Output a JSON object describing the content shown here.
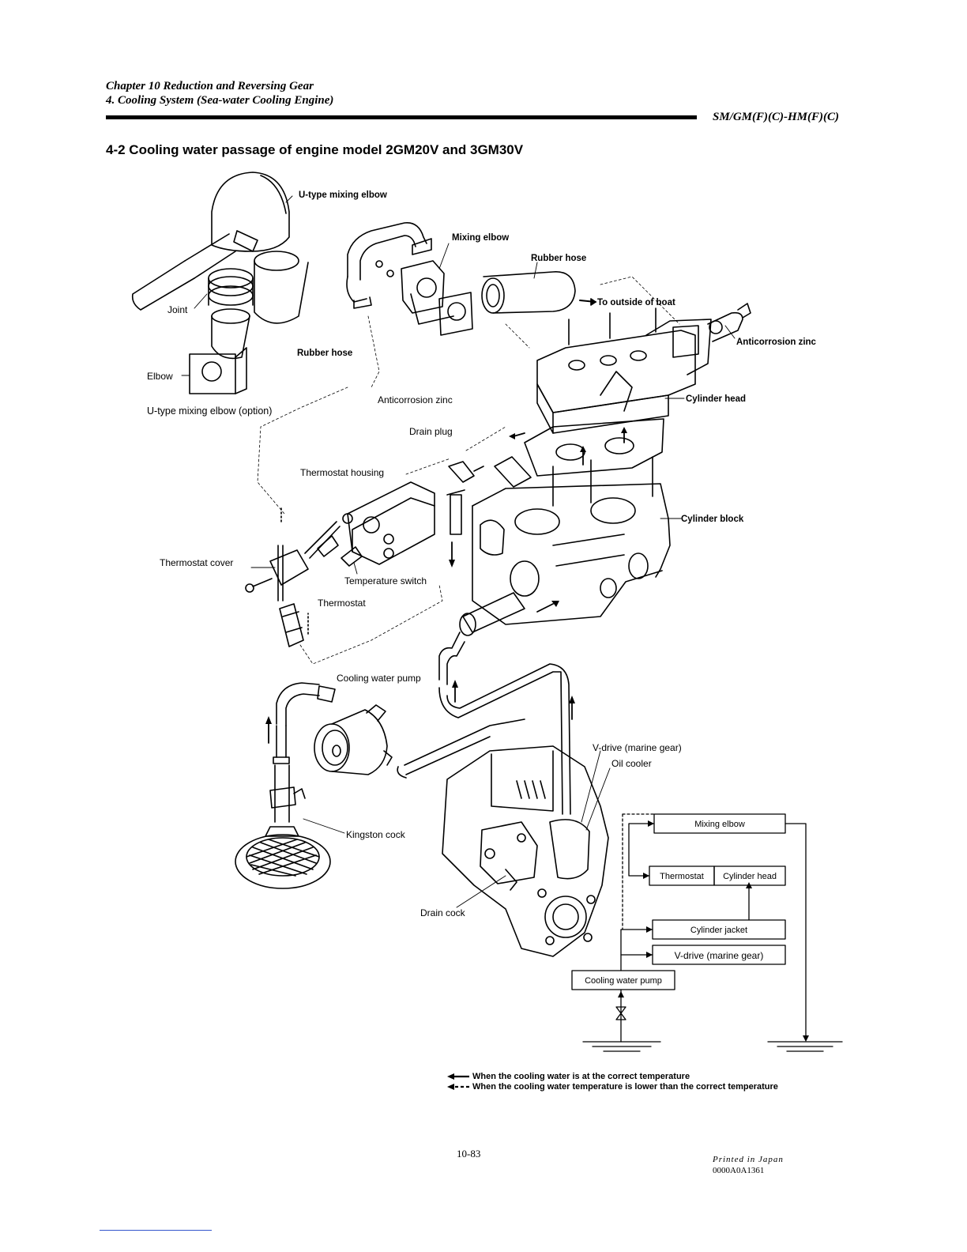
{
  "header": {
    "chapter": "Chapter 10 Reduction and Reversing Gear",
    "section": "4. Cooling System (Sea-water Cooling Engine)",
    "model": "SM/GM(F)(C)-HM(F)(C)"
  },
  "title": "4-2 Cooling water passage of engine model 2GM20V and 3GM30V",
  "labels": {
    "u_type_mixing_elbow": "U-type mixing elbow",
    "joint": "Joint",
    "elbow": "Elbow",
    "u_type_mixing_elbow_option": "U-type mixing elbow (option)",
    "rubber_hose_left": "Rubber hose",
    "mixing_elbow": "Mixing elbow",
    "rubber_hose_top": "Rubber hose",
    "to_outside_of_boat": "To outside of boat",
    "anticorrosion_zinc_right": "Anticorrosion zinc",
    "anticorrosion_zinc_mid": "Anticorrosion zinc",
    "cylinder_head": "Cylinder head",
    "drain_plug": "Drain plug",
    "thermostat_housing": "Thermostat housing",
    "cylinder_block": "Cylinder block",
    "thermostat_cover": "Thermostat cover",
    "temperature_switch": "Temperature switch",
    "thermostat": "Thermostat",
    "cooling_water_pump": "Cooling water pump",
    "v_drive": "V-drive (marine gear)",
    "oil_cooler": "Oil cooler",
    "kingston_cock": "Kingston cock",
    "drain_cock": "Drain cock"
  },
  "flow_chart": {
    "mixing_elbow": "Mixing elbow",
    "thermostat": "Thermostat",
    "cylinder_head": "Cylinder head",
    "cylinder_jacket": "Cylinder jacket",
    "v_drive": "V-drive (marine gear)",
    "cooling_water_pump": "Cooling water pump"
  },
  "legend": {
    "solid": "When the cooling water is at the correct temperature",
    "dotted": "When the cooling water temperature is lower than the correct temperature"
  },
  "footer": {
    "page_number": "10-83",
    "printed": "Printed in Japan",
    "code": "0000A0A1361"
  }
}
